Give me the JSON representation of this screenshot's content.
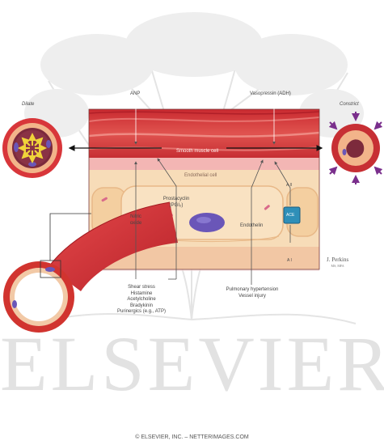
{
  "labels": {
    "anp": "ANP",
    "vasopressin": "Vasopressin (ADH)",
    "dilate": "Dilate",
    "constrict": "Constrict",
    "smooth_muscle": "Smooth muscle cell",
    "endothelial": "Endothelial cell",
    "prostacyclin": [
      "Prostacyclin",
      "(PGI₂)"
    ],
    "nitric_oxide": [
      "Nitric",
      "oxide"
    ],
    "endothelin": "Endothelin",
    "ace": "ACE",
    "a2": "A II",
    "a1": "A I"
  },
  "stimuli_left": [
    "Shear stress",
    "Histamine",
    "Acetylcholine",
    "Bradykinin",
    "Purinergics (e.g., ATP)"
  ],
  "stimuli_right": [
    "Pulmonary hypertension",
    "Vessel injury"
  ],
  "artist": {
    "name": "J. Perkins",
    "credentials": "MS, MFA"
  },
  "brand": "ELSEVIER",
  "footer": "© ELSEVIER, INC. – NETTERIMAGES.COM",
  "colors": {
    "smooth_muscle": "#d8363a",
    "endothelium": "#f7dcb8",
    "dilate_arrow": "#f0d43a",
    "constrict_arrow": "#7a2f8c",
    "ace_box": "#2f8fb8",
    "nucleus": "#6a56b8",
    "watermark": "#e2e2e2"
  }
}
